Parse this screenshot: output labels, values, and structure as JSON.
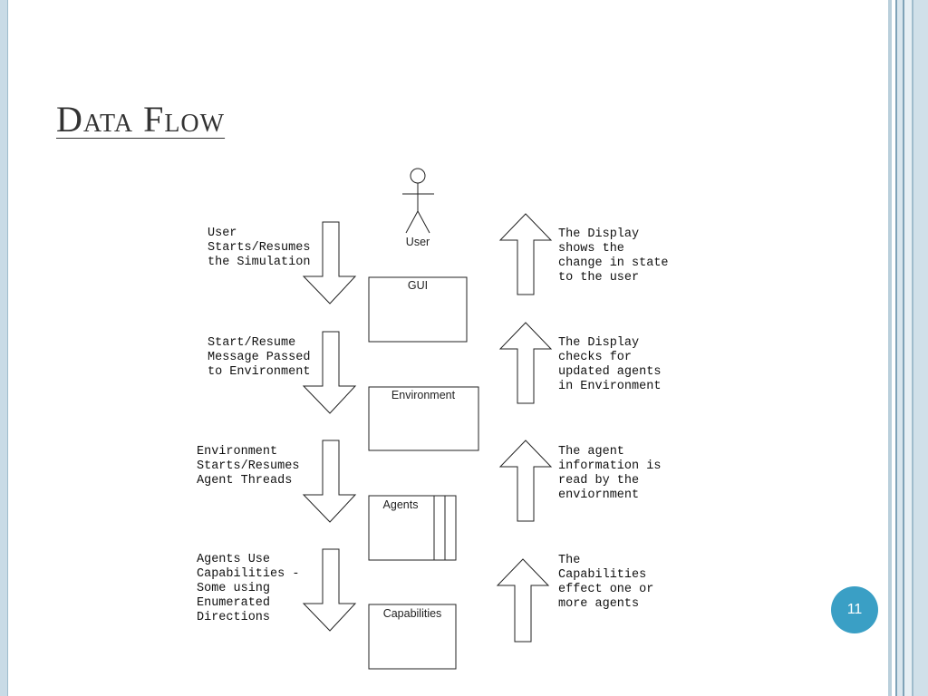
{
  "slide": {
    "title": "Data Flow",
    "page_number": "11"
  },
  "diagram": {
    "actor_label": "User",
    "boxes": [
      "GUI",
      "Environment",
      "Agents",
      "Capabilities"
    ],
    "down_labels": [
      [
        "User",
        "Starts/Resumes",
        "the Simulation"
      ],
      [
        "Start/Resume",
        "Message Passed",
        "to Environment"
      ],
      [
        "Environment",
        "Starts/Resumes",
        "Agent Threads"
      ],
      [
        "Agents Use",
        "Capabilities -",
        "Some using",
        "Enumerated",
        "Directions"
      ]
    ],
    "up_labels": [
      [
        "The Display",
        "shows the",
        "change in state",
        "to the user"
      ],
      [
        "The Display",
        "checks for",
        "updated agents",
        "in Environment"
      ],
      [
        "The agent",
        "information is",
        "read by the",
        "enviornment"
      ],
      [
        "The",
        "Capabilities",
        "effect one or",
        "more agents"
      ]
    ]
  }
}
